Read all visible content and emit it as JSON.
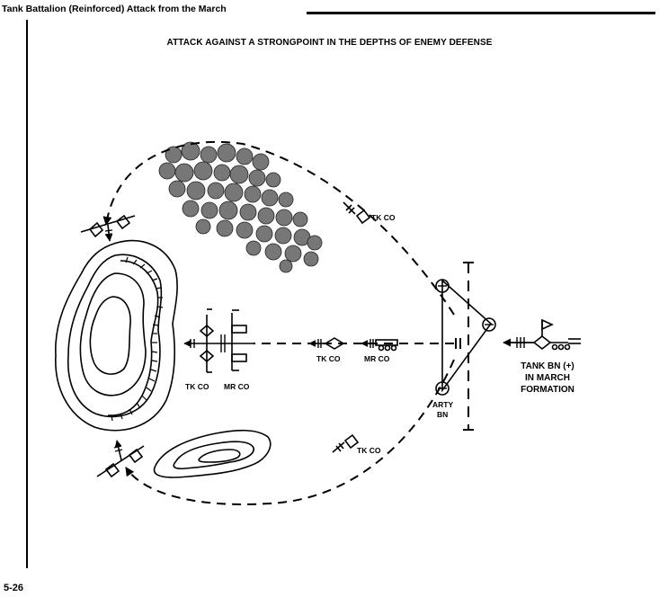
{
  "header": {
    "title": "Tank Battalion (Reinforced) Attack from the March"
  },
  "diagram": {
    "title": "ATTACK AGAINST A STRONGPOINT IN THE DEPTHS OF ENEMY DEFENSE",
    "labels": {
      "tk_co_north": "TK CO",
      "tk_co_center": "TK CO",
      "mr_co_center": "MR CO",
      "tk_co_assault": "TK CO",
      "mr_co_assault": "MR CO",
      "arty_line1": "ARTY",
      "arty_line2": "BN",
      "tk_co_south": "TK CO",
      "tank_bn_line1": "TANK BN (+)",
      "tank_bn_line2": "IN MARCH",
      "tank_bn_line3": "FORMATION"
    }
  },
  "footer": {
    "page_number": "5-26"
  }
}
